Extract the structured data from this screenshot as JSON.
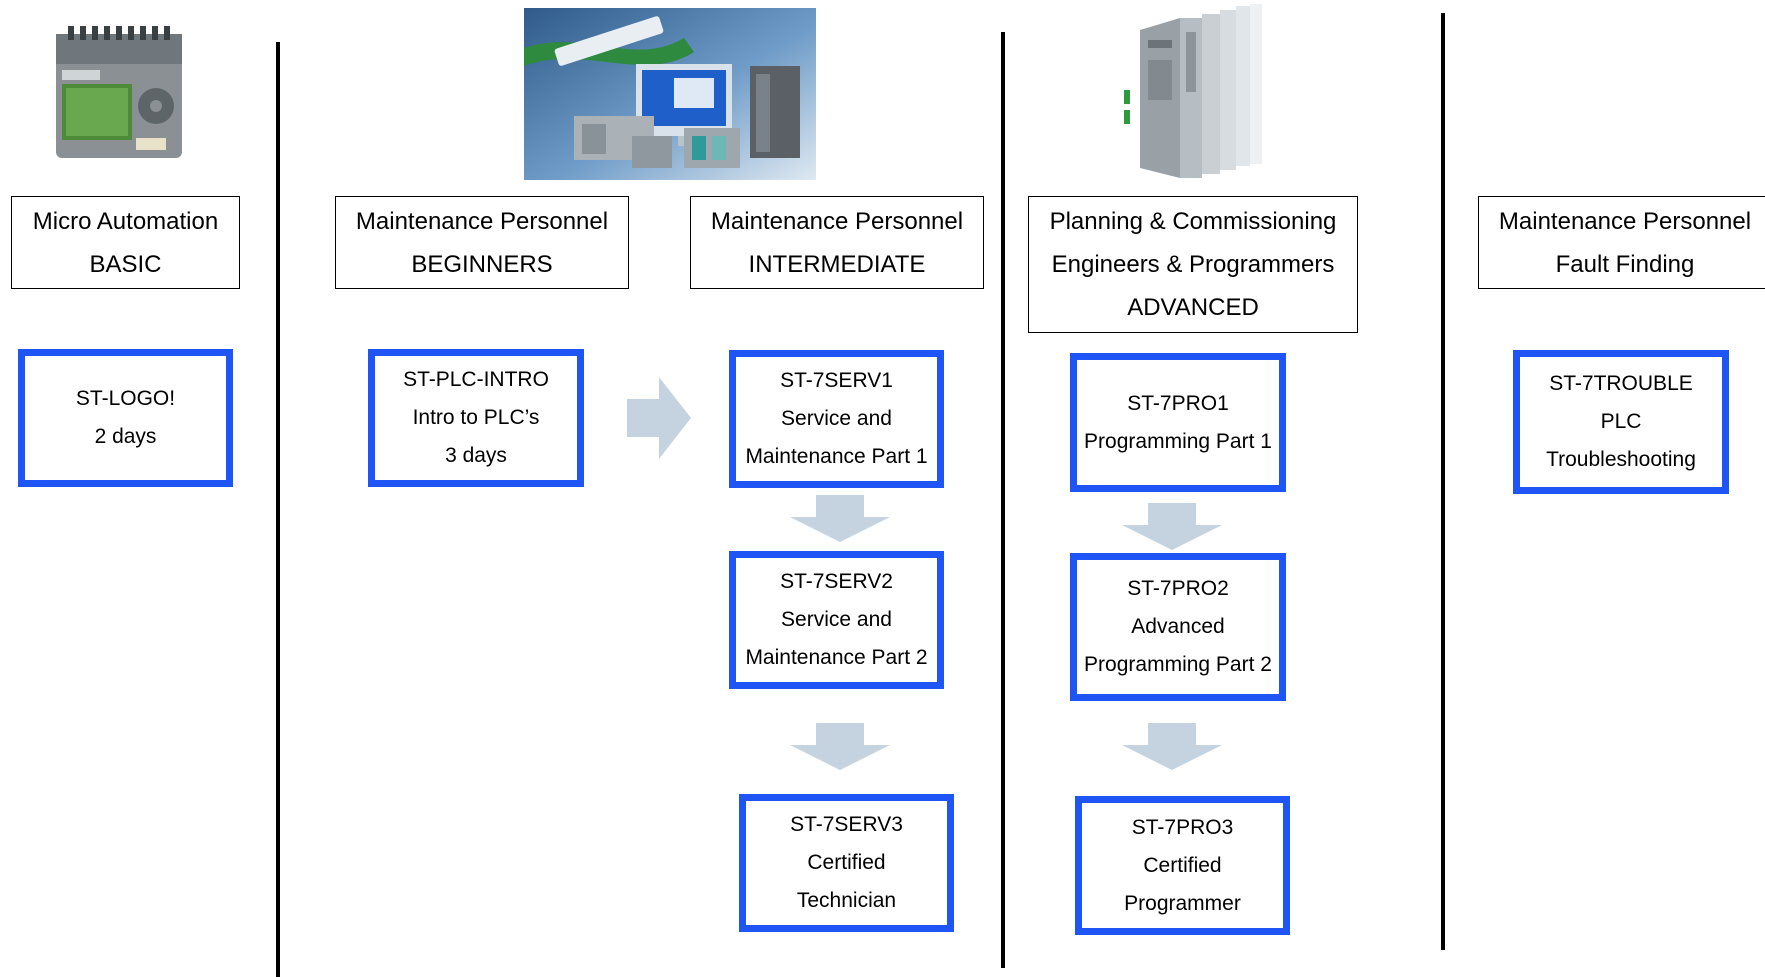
{
  "columns": [
    {
      "header": [
        "Micro Automation",
        "BASIC"
      ],
      "courses": [
        [
          "ST-LOGO!",
          "2 days"
        ]
      ]
    },
    {
      "header": [
        "Maintenance Personnel",
        "BEGINNERS"
      ],
      "courses": [
        [
          "ST-PLC-INTRO",
          "Intro to PLC’s",
          "3 days"
        ]
      ]
    },
    {
      "header": [
        "Maintenance Personnel",
        "INTERMEDIATE"
      ],
      "courses": [
        [
          "ST-7SERV1",
          "Service  and",
          "Maintenance  Part 1"
        ],
        [
          "ST-7SERV2",
          "Service  and",
          "Maintenance  Part 2"
        ],
        [
          "ST-7SERV3",
          "Certified",
          "Technician"
        ]
      ]
    },
    {
      "header": [
        "Planning & Commissioning",
        "Engineers & Programmers",
        "ADVANCED"
      ],
      "courses": [
        [
          "ST-7PRO1",
          "Programming  Part 1"
        ],
        [
          "ST-7PRO2",
          "Advanced",
          "Programming  Part 2"
        ],
        [
          "ST-7PRO3",
          "Certified",
          "Programmer"
        ]
      ]
    },
    {
      "header": [
        "Maintenance Personnel",
        "Fault Finding"
      ],
      "courses": [
        [
          "ST-7TROUBLE",
          "PLC",
          "Troubleshooting"
        ]
      ]
    }
  ],
  "colors": {
    "course_border": "#1f54f5",
    "arrow_fill": "#c5d3e0",
    "divider": "#000000"
  },
  "photos": [
    "logo-controller-photo",
    "plc-product-family-photo",
    "s7-400-rack-photo"
  ]
}
